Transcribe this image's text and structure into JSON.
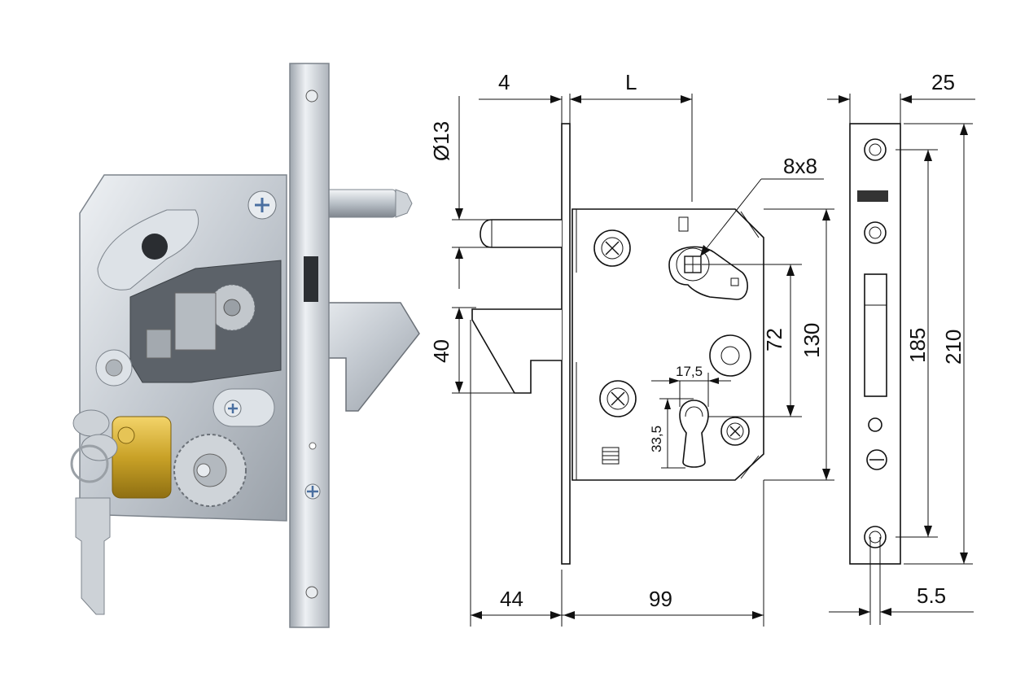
{
  "dimensions": {
    "strike_thickness": "4",
    "bolt_length": "L",
    "bolt_diameter": "Ø13",
    "spindle": "8x8",
    "hook_height": "40",
    "spindle_to_cylinder": "72",
    "case_height": "130",
    "cylinder_width": "17,5",
    "cylinder_offset": "33,5",
    "backset": "44",
    "case_width": "99",
    "faceplate_width": "25",
    "screw_spacing": "185",
    "faceplate_height": "210",
    "screw_hole_offset": "5.5"
  },
  "colors": {
    "steel": "#c9ced4",
    "steel_dark": "#8a9098",
    "brass": "#c9a227",
    "line": "#111111"
  }
}
